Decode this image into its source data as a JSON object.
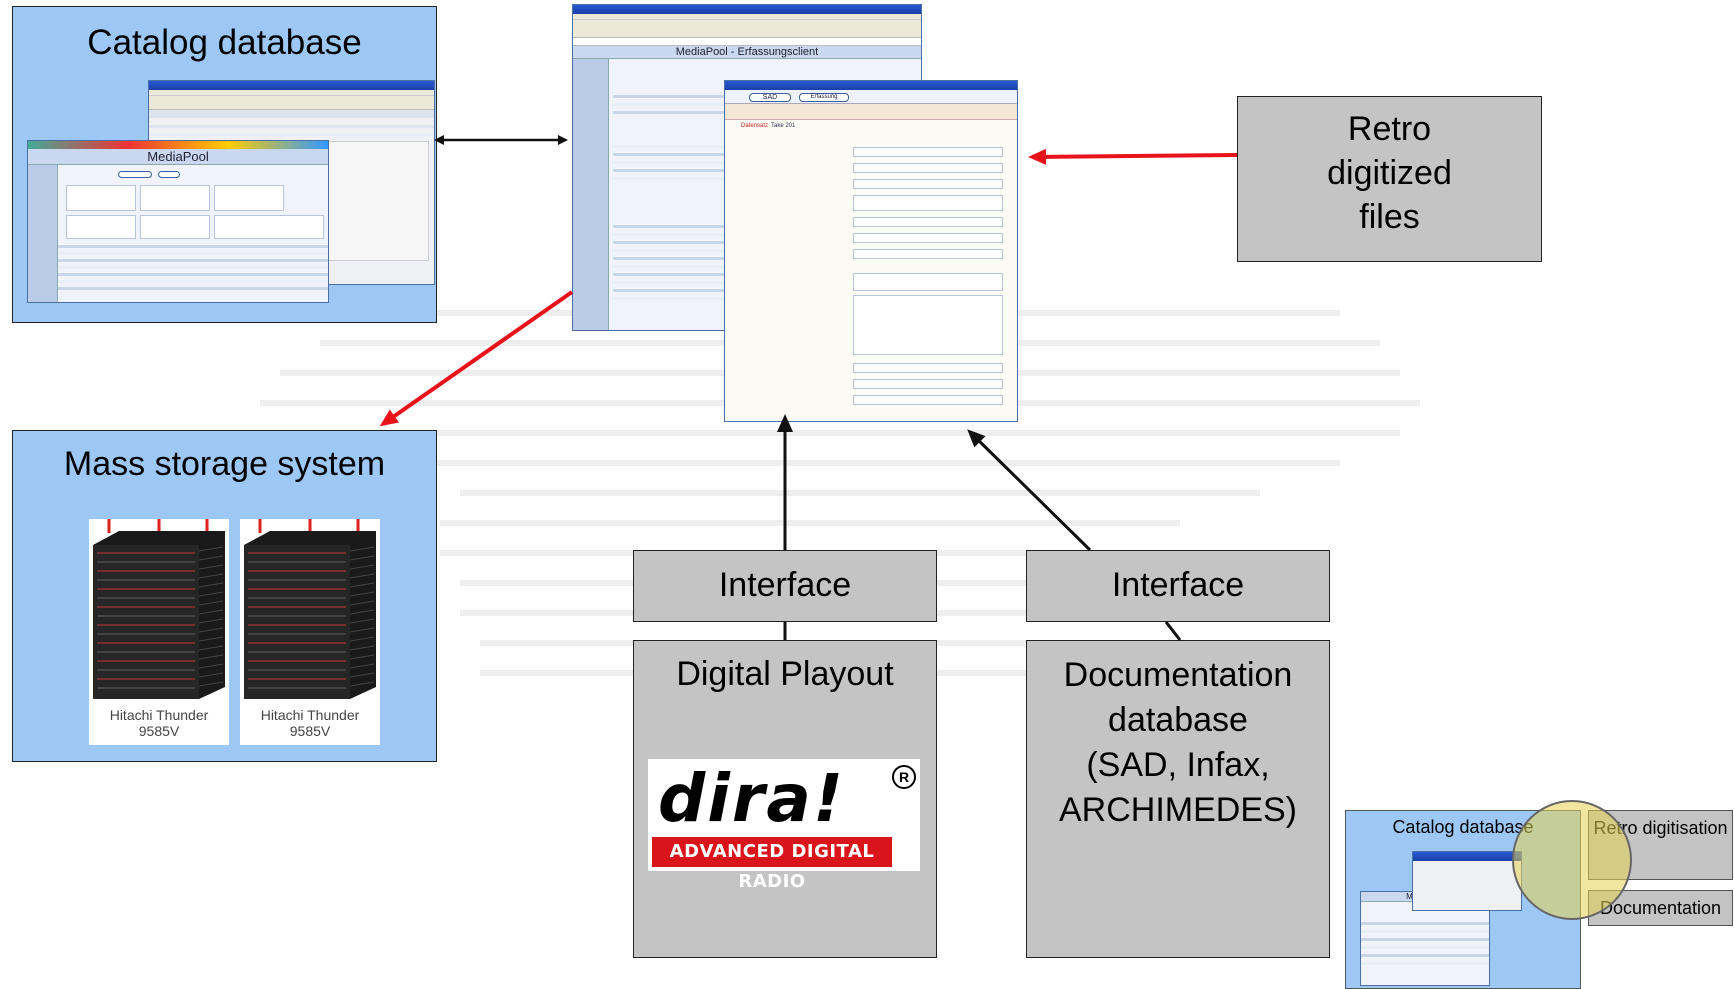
{
  "catalog": {
    "title": "Catalog database",
    "screen_mediapool_title": "MediaPool"
  },
  "mass_storage": {
    "title": "Mass storage system",
    "racks": [
      {
        "label_line1": "Hitachi Thunder",
        "label_line2": "9585V"
      },
      {
        "label_line1": "Hitachi Thunder",
        "label_line2": "9585V"
      }
    ]
  },
  "retro": {
    "line1": "Retro",
    "line2": "digitized",
    "line3": "files"
  },
  "interfaces": [
    {
      "label": "Interface"
    },
    {
      "label": "Interface"
    }
  ],
  "playout": {
    "title": "Digital Playout",
    "logo": {
      "word": "dira!",
      "registered": "R",
      "tagline": "ADVANCED DIGITAL RADIO"
    }
  },
  "documentation": {
    "line1": "Documentation",
    "line2": "database",
    "line3": "(SAD, Infax,",
    "line4": "ARCHIMEDES)"
  },
  "center_screen": {
    "header": "MediaPool - Erfassungsclient",
    "sad_button": "SAD",
    "erfassung_button": "Erfassung",
    "datensatz_label": "Datensatz",
    "take_label": "Take 201"
  },
  "thumbnail": {
    "catalog": "Catalog database",
    "retro": "Retro digitisation",
    "documentation": "Documentation",
    "mediapool": "MediaPool"
  },
  "colors": {
    "blue_box": "#9dc8f5",
    "grey_box": "#c4c4c4",
    "red_arrow": "#e8121a",
    "black_arrow": "#111111"
  }
}
